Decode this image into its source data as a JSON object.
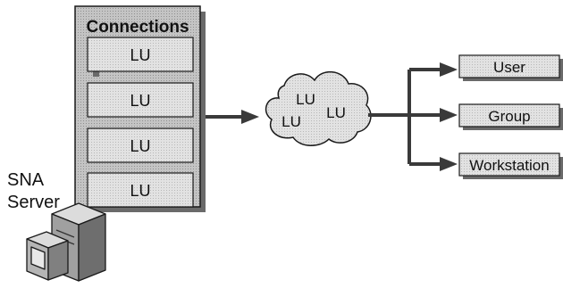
{
  "connections": {
    "title": "Connections",
    "lus": [
      "LU",
      "LU",
      "LU",
      "LU"
    ]
  },
  "server": {
    "label_line1": "SNA",
    "label_line2": "Server"
  },
  "cloud": {
    "labels": [
      "LU",
      "LU",
      "LU"
    ]
  },
  "targets": [
    "User",
    "Group",
    "Workstation"
  ],
  "colors": {
    "panel_fill": "#b3b3b3",
    "box_fill": "#dcdcdc",
    "stroke": "#1a1a1a",
    "arrow": "#3a3a3a"
  }
}
